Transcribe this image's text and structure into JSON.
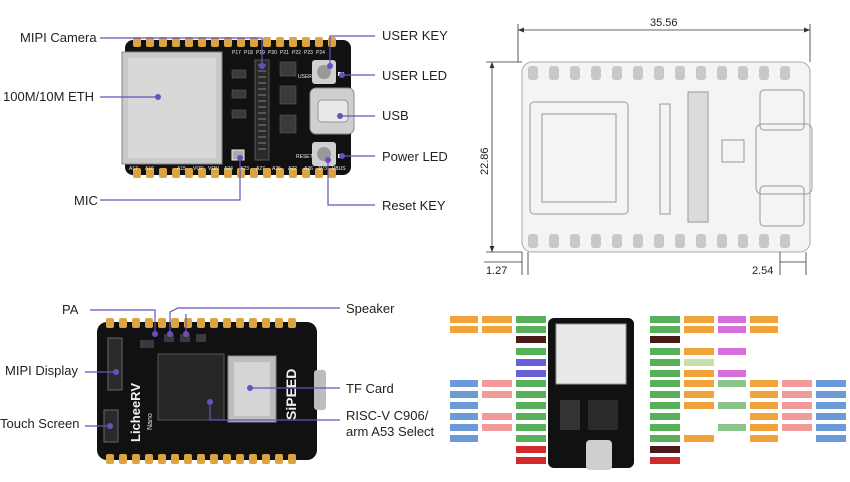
{
  "top_left": {
    "callouts": {
      "mipi_camera": "MIPI Camera",
      "eth": "100M/10M ETH",
      "mic": "MIC",
      "user_key": "USER KEY",
      "user_led": "USER LED",
      "usb": "USB",
      "power_led": "Power LED",
      "reset_key": "Reset KEY"
    },
    "silk_bottom": [
      "A17",
      "A16",
      "A15",
      "VOP",
      "VON",
      "A24",
      "A23",
      "A27",
      "A25",
      "A22",
      "A26",
      "3V3",
      "VBUS"
    ],
    "silk_top": [
      "P17",
      "P18",
      "P19",
      "P20",
      "P21",
      "P22",
      "P23",
      "P24"
    ],
    "silk_side": [
      "USER",
      "RESET"
    ]
  },
  "top_right": {
    "width_dim": "35.56",
    "height_dim": "22.86",
    "pad_offset": "1.27",
    "pin_pitch": "2.54"
  },
  "bottom_left": {
    "callouts": {
      "pa": "PA",
      "speaker": "Speaker",
      "mipi_display": "MIPI Display",
      "touch_screen": "Touch Screen",
      "tf_card": "TF Card",
      "soc": "RISC-V C906/\narm A53 Select"
    },
    "board_name": "LicheeRV",
    "board_sub": "Nano",
    "brand": "SiPEED"
  },
  "colors": {
    "board": "#111111",
    "pad": "#d9a441",
    "callout_line": "#6b4fbb",
    "callout_dot": "#6b4fbb",
    "dim_grey": "#bbbbbb"
  }
}
